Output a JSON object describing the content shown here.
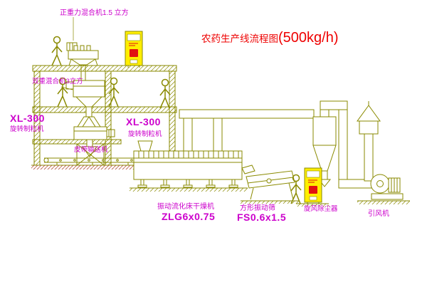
{
  "title": {
    "main": "农药生产线流程图",
    "capacity": "(500kg/h)"
  },
  "labels": {
    "mixer_top": "正重力混合机1.5 立方",
    "mixer_mid": "双重混合机3立方",
    "granulator_left_model": "XL-300",
    "granulator_left_name": "旋转制粒机",
    "granulator_right_model": "XL-300",
    "granulator_right_name": "旋转制粒机",
    "belt_conveyor": "皮带输送机",
    "dryer_name": "振动流化床干燥机",
    "dryer_model": "ZLG6x0.75",
    "screen_name": "方形振动筛",
    "screen_model": "FS0.6x1.5",
    "cyclone": "旋风除尘器",
    "fan": "引风机"
  },
  "colors": {
    "line": "#8a8a00",
    "label": "#cc00cc",
    "title": "#ee0000",
    "panel_yellow": "#ffee00",
    "panel_red": "#e11111",
    "ground_red": "#b45040"
  }
}
